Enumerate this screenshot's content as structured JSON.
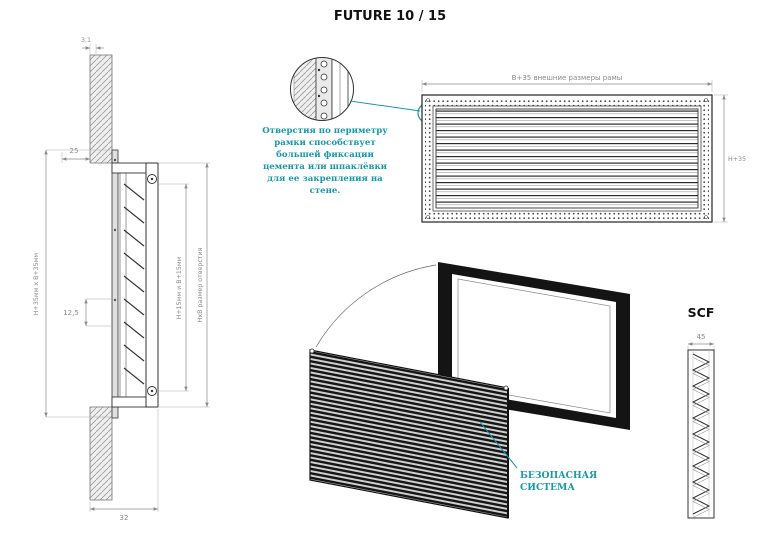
{
  "page": {
    "title": "FUTURE 10 / 15"
  },
  "colors": {
    "accent": "#1898a8",
    "line": "#2a2a2a",
    "dim": "#8a8a8a"
  },
  "section_view": {
    "dims": {
      "wall_thickness": "3,1",
      "flange": "25",
      "pitch": "12,5",
      "depth": "32",
      "outer": "H+35мм x B+35мм",
      "inner": "H+15мм и B+15мм",
      "opening": "HxB размер отверстия"
    }
  },
  "detail_note": {
    "line1": "Отверстия по периметру",
    "line2": "рамки способствует",
    "line3": "большей фиксации",
    "line4": "цемента или шпаклёвки",
    "line5": "для ее закрепления на",
    "line6": "стене."
  },
  "front_view": {
    "width_dim": "B+35  внешние размеры рамы",
    "height_dim": "H+35"
  },
  "iso_view": {
    "callout_line1": "БЕЗОПАСНАЯ",
    "callout_line2": "СИСТЕМА"
  },
  "scf": {
    "label": "SCF",
    "width_dim": "45"
  }
}
